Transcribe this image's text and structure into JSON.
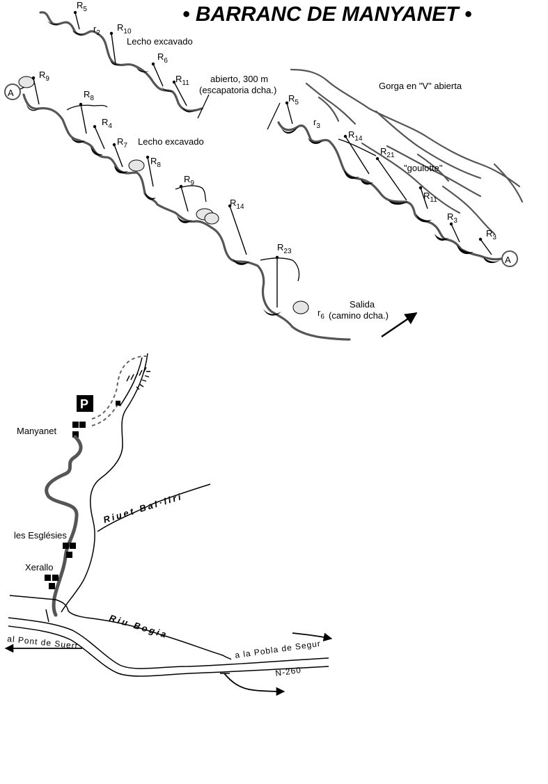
{
  "title": "• BARRANC DE MANYANET •",
  "topo": {
    "anchor_label": "A",
    "jumps": [
      {
        "main": "R",
        "sub": "5"
      },
      {
        "main": "r",
        "sub": "2"
      },
      {
        "main": "R",
        "sub": "10"
      },
      {
        "main": "R",
        "sub": "6"
      },
      {
        "main": "R",
        "sub": "11"
      },
      {
        "main": "R",
        "sub": "9"
      },
      {
        "main": "R",
        "sub": "8"
      },
      {
        "main": "R",
        "sub": "4"
      },
      {
        "main": "R",
        "sub": "7"
      },
      {
        "main": "R",
        "sub": "8"
      },
      {
        "main": "R",
        "sub": "9"
      },
      {
        "main": "R",
        "sub": "14"
      },
      {
        "main": "R",
        "sub": "23"
      },
      {
        "main": "r",
        "sub": "6"
      },
      {
        "main": "R",
        "sub": "5"
      },
      {
        "main": "r",
        "sub": "3"
      },
      {
        "main": "R",
        "sub": "14"
      },
      {
        "main": "R",
        "sub": "21"
      },
      {
        "main": "R",
        "sub": "11"
      },
      {
        "main": "R",
        "sub": "3"
      },
      {
        "main": "R",
        "sub": "3"
      }
    ],
    "notes": {
      "lecho_1": "Lecho excavado",
      "lecho_2": "Lecho excavado",
      "abierto_line1": "abierto, 300 m",
      "abierto_line2": "(escapatoria dcha.)",
      "gorga": "Gorga en \"V\" abierta",
      "goulotte": "\"goulotte\"",
      "salida": "Salida",
      "camino": "(camino dcha.)"
    }
  },
  "map": {
    "parking": "P",
    "places": {
      "manyanet": "Manyanet",
      "esglesies": "les Esglésies",
      "xerallo": "Xerallo"
    },
    "rivers": {
      "riuet": "Riuet Bal·liri",
      "riu": "Riu Bogia"
    },
    "roads": {
      "left": "al Pont de Suert",
      "right": "a la Pobla de Segur",
      "number": "N-260"
    }
  }
}
